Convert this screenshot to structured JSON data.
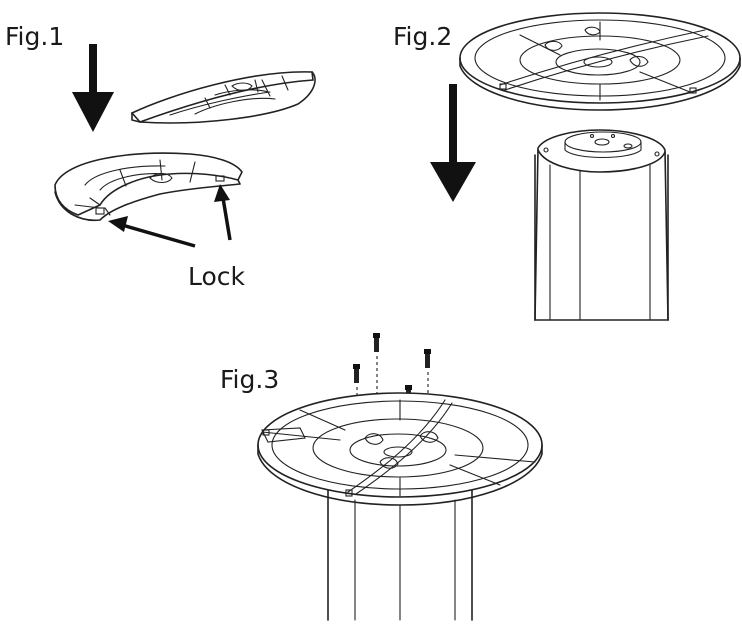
{
  "figures": {
    "fig1": {
      "label": "Fig.1"
    },
    "fig2": {
      "label": "Fig.2"
    },
    "fig3": {
      "label": "Fig.3"
    }
  },
  "callouts": {
    "lock": "Lock"
  },
  "colors": {
    "line": "#222222",
    "background": "#ffffff"
  }
}
